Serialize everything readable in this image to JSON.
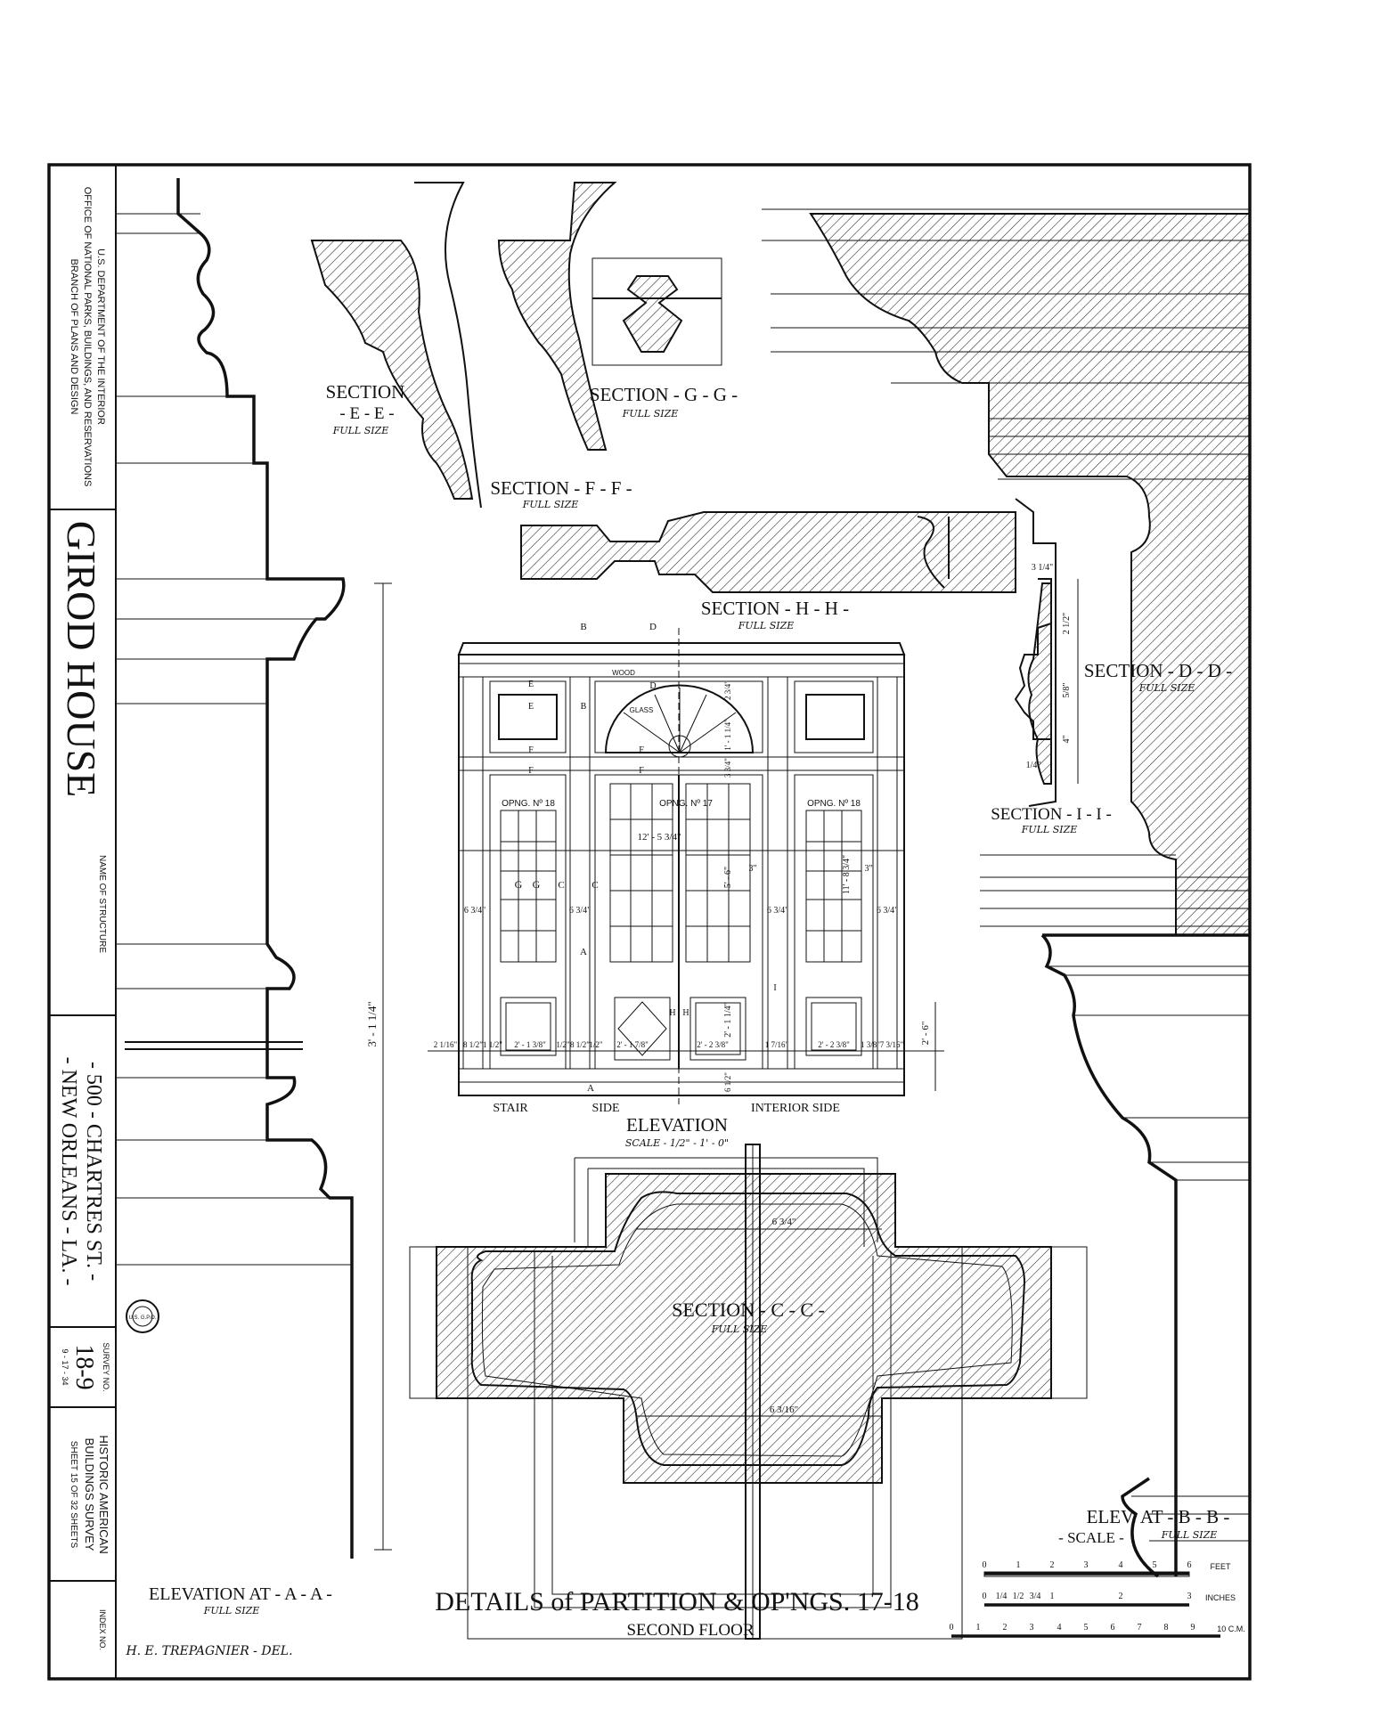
{
  "title_block": {
    "agency": [
      "U.S. DEPARTMENT OF THE INTERIOR",
      "OFFICE OF NATIONAL PARKS, BUILDINGS, AND RESERVATIONS",
      "BRANCH OF PLANS AND DESIGN"
    ],
    "structure_name": "GIROD HOUSE",
    "name_of_structure_label": "NAME OF STRUCTURE",
    "address_line1": "- 500 - CHARTRES ST. -",
    "address_line2": "- NEW ORLEANS - LA. -",
    "survey_label": "SURVEY NO.",
    "survey_no": "18-9",
    "survey_date": "9 - 17 - 34",
    "habs_line1": "HISTORIC AMERICAN",
    "habs_line2": "BUILDINGS SURVEY",
    "sheet": "SHEET 15 OF 32 SHEETS",
    "index_label": "INDEX NO."
  },
  "drawing": {
    "title": "DETAILS of PARTITION & OP'NGS. 17-18",
    "subtitle": "SECOND FLOOR",
    "delineator": "H. E. TREPAGNIER - DEL.",
    "stamp_text": "U.S. G.P.O."
  },
  "sections": {
    "ee": {
      "label": "SECTION",
      "label2": "- E - E -",
      "scale": "FULL SIZE"
    },
    "gg": {
      "label": "SECTION - G - G -",
      "scale": "FULL SIZE"
    },
    "ff": {
      "label": "SECTION - F - F -",
      "scale": "FULL SIZE"
    },
    "hh": {
      "label": "SECTION - H - H -",
      "scale": "FULL SIZE"
    },
    "dd": {
      "label": "SECTION - D - D -",
      "scale": "FULL SIZE"
    },
    "ii": {
      "label": "SECTION - I - I -",
      "scale": "FULL SIZE"
    },
    "cc": {
      "label": "SECTION - C - C -",
      "scale": "FULL SIZE"
    },
    "aa": {
      "label": "ELEVATION AT - A - A -",
      "scale": "FULL SIZE"
    },
    "bb": {
      "label": "ELEV. AT - B - B -",
      "scale": "FULL SIZE"
    }
  },
  "elevation": {
    "label": "ELEVATION",
    "scale": "SCALE - 1/2\" - 1' - 0\"",
    "stair_side": "STAIR",
    "side": "SIDE",
    "interior_side": "INTERIOR SIDE",
    "opening_left": "OPNG. Nº 18",
    "opening_center": "OPNG. Nº 17",
    "opening_right": "OPNG. Nº 18",
    "wood": "WOOD",
    "glass": "GLASS",
    "section_marks": [
      "B",
      "D",
      "E",
      "E",
      "B",
      "D",
      "F",
      "F",
      "F",
      "F",
      "G",
      "G",
      "C",
      "C",
      "A",
      "A",
      "H",
      "H",
      "I"
    ],
    "dims": {
      "overall_width": "12' - 5 3/4\"",
      "height_left": "3' - 1 1/4\"",
      "center_height": "5' - 6\"",
      "right_height": "11' - 8 3/4\"",
      "panel_height": "2' - 1 1/4\"",
      "base_height": "2' - 6\"",
      "dim_6_34a": "6 3/4\"",
      "dim_6_34b": "6 3/4\"",
      "dim_6_34c": "6 3/4\"",
      "dim_6_34d": "6 3/4\"",
      "dim_3": "3\"",
      "dim_3b": "3\"",
      "b_216": "2 1/16\"",
      "b_812a": "8 1/2\"",
      "b_112": "1 1/2\"",
      "b_2138a": "2' - 1 3/8\"",
      "b_12a": "1/2\"",
      "b_812b": "8 1/2\"",
      "b_12b": "1/2\"",
      "b_2178": "2' - 1 7/8\"",
      "b_2238a": "2' - 2 3/8\"",
      "b_1716": "1 7/16\"",
      "b_2238b": "2' - 2 3/8\"",
      "b_138": "1 3/8\"",
      "b_7316": "7 3/16\"",
      "top_234": "2 3/4\"",
      "top_114": "1' - 1 1/4\"",
      "top_3": "3 3/4\"",
      "bot_6": "6 1/2\""
    }
  },
  "cc_dims": {
    "top": "6 3/4\"",
    "bottom": "6 3/16\""
  },
  "ii_dims": [
    "3 1/4\"",
    "2 1/2\"",
    "5/8\"",
    "4\"",
    "1/4\""
  ],
  "scale_bars": {
    "feet_label": "FEET",
    "inches_label": "INCHES",
    "cm_label": "10 C.M.",
    "feet_ticks": [
      "0",
      "1",
      "2",
      "3",
      "4",
      "5",
      "6"
    ],
    "inch_ticks": [
      "0",
      "1/4",
      "1/2",
      "3/4",
      "1",
      "2",
      "3"
    ],
    "cm_ticks": [
      "0",
      "1",
      "2",
      "3",
      "4",
      "5",
      "6",
      "7",
      "8",
      "9"
    ],
    "scale_word": "- SCALE -"
  }
}
